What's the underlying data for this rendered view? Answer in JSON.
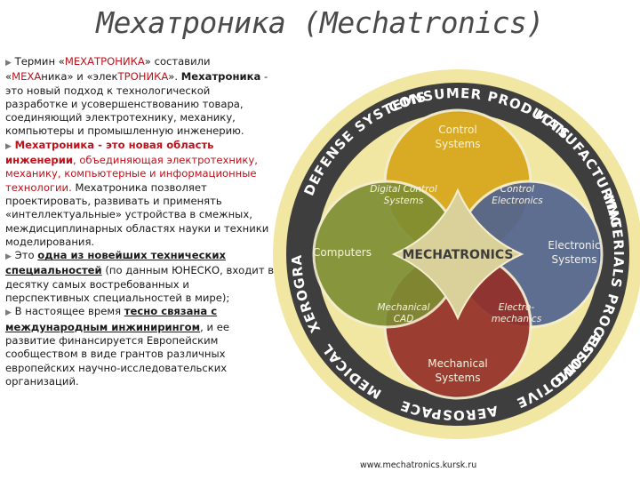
{
  "title": "Мехатроника (Mechatronics)",
  "paragraphs": {
    "p1": {
      "a": "Термин «",
      "b": "МЕХАТРОНИКА",
      "c": "» составили «",
      "d": "МЕХА",
      "e": "ника» и «элек",
      "f": "ТРОНИКА",
      "g": "». ",
      "h": "Мехатроника",
      "i": " - это новый подход к технологической разработке и усовершенствованию товара, соединяющий электротехнику, механику, компьютеры и промышленную инженерию."
    },
    "p2": {
      "a": "Мехатроника - это новая область инженерии",
      "b": ", объединяющая электротехнику, механику, компьютерные и информационные технологии.",
      "c": " Мехатроника позволяет проектировать, развивать и применять «интеллектуальные» устройства в смежных, междисциплинарных областях науки и техники моделирования."
    },
    "p3": {
      "a": "Это ",
      "b": "одна из новейших технических специальностей",
      "c": " (по данным ЮНЕСКО, входит в десятку самых востребованных и перспективных специальностей в мире);"
    },
    "p4": {
      "a": "В настоящее время ",
      "b": "тесно связана с международным инжинирингом",
      "c": ", и ее развитие финансируется Европейским сообществом в виде грантов различных европейских научно-исследовательских организаций."
    }
  },
  "diagram": {
    "ring": [
      "AUTOMOTIVE",
      "AEROSPACE",
      "MEDICAL",
      "XEROGRAPHY",
      "DEFENSE SYSTEMS",
      "CONSUMER PRODUCTS",
      "MANUFACTURING",
      "MATERIALS PROCESSING"
    ],
    "circles": {
      "control_1": "Control",
      "control_2": "Systems",
      "electronic_1": "Electronic",
      "electronic_2": "Systems",
      "mechanical_1": "Mechanical",
      "mechanical_2": "Systems",
      "computers": "Computers"
    },
    "overlaps": {
      "dcs_1": "Digital Control",
      "dcs_2": "Systems",
      "ce_1": "Control",
      "ce_2": "Electronics",
      "mcad_1": "Mechanical",
      "mcad_2": "CAD",
      "em_1": "Electro-",
      "em_2": "mechanics"
    },
    "center": "MECHATRONICS"
  },
  "footer": "www.mechatronics.kursk.ru",
  "colors": {
    "control": "#d8a81e",
    "electronic": "#52648f",
    "mechanical": "#943028",
    "computers": "#7c8d32",
    "center": "#d9d09a",
    "ring": "#3e3e3e",
    "outer": "#f1e6a2",
    "accent": "#c0101a"
  }
}
